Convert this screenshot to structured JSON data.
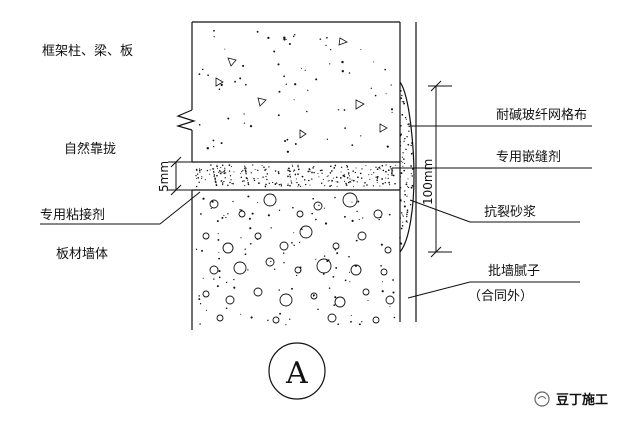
{
  "labels": {
    "frame": "框架柱、梁、板",
    "natural_bond": "自然靠拢",
    "adhesive": "专用粘接剂",
    "panel_wall": "板材墙体",
    "mesh": "耐碱玻纤网格布",
    "joint_agent": "专用嵌缝剂",
    "crack_mortar": "抗裂砂浆",
    "putty": "批墙腻子",
    "putty_note": "（合同外）"
  },
  "dimensions": {
    "gap": "5mm",
    "mesh_width": "100mm"
  },
  "detail_mark": "A",
  "watermark": "豆丁施工",
  "colors": {
    "line": "#111111",
    "background": "#ffffff"
  }
}
